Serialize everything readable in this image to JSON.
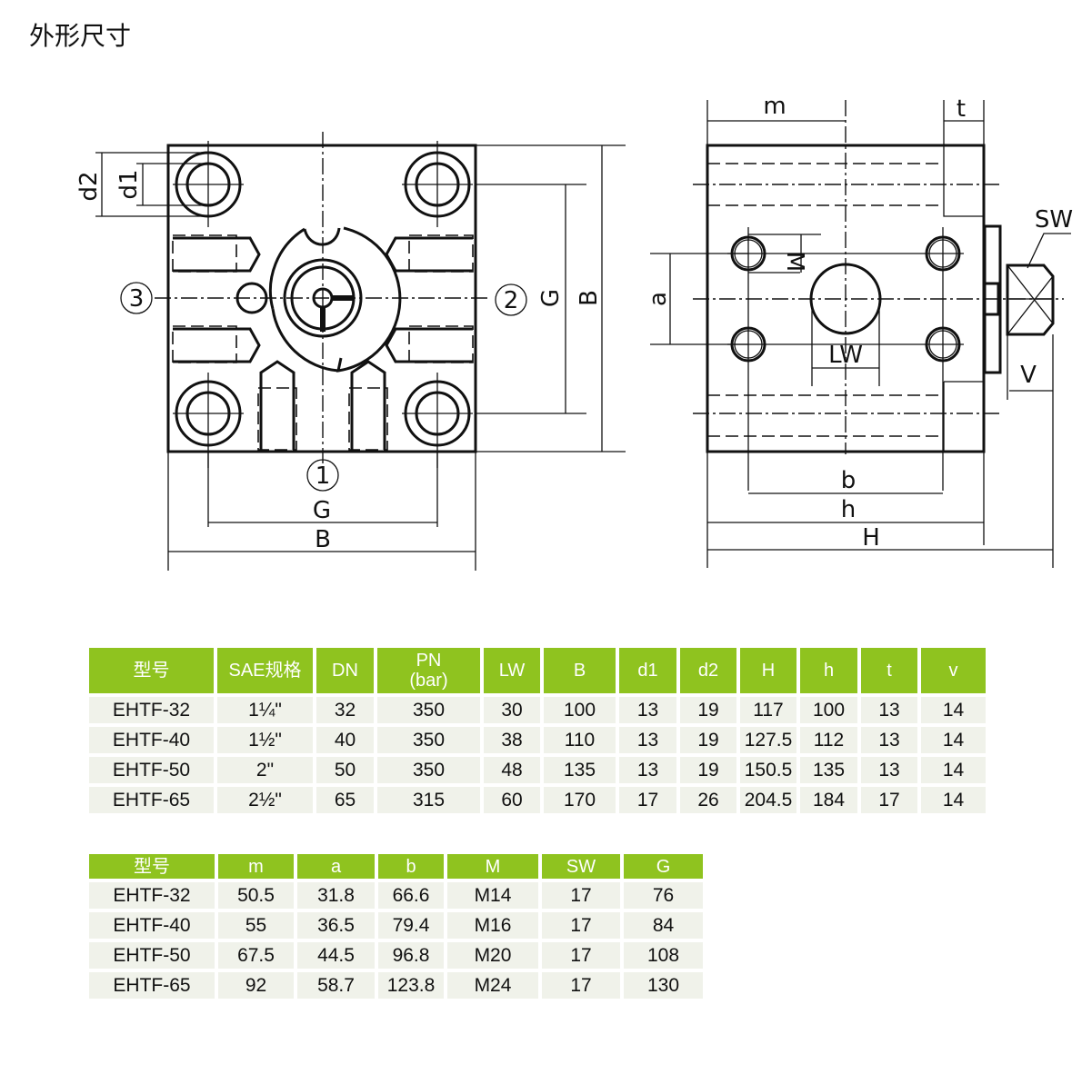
{
  "title": "外形尺寸",
  "drawing": {
    "front": {
      "d2": "d2",
      "d1": "d1",
      "G_v": "G",
      "B_v": "B",
      "G_h": "G",
      "B_h": "B",
      "port1": "1",
      "port2": "2",
      "port3": "3"
    },
    "side": {
      "m": "m",
      "t": "t",
      "a": "a",
      "M": "M",
      "LW": "LW",
      "SW": "SW",
      "V": "V",
      "b": "b",
      "h": "h",
      "H": "H"
    }
  },
  "table1": {
    "headers": [
      "型号",
      "SAE规格",
      "DN",
      "PN\n(bar)",
      "LW",
      "B",
      "d1",
      "d2",
      "H",
      "h",
      "t",
      "v"
    ],
    "rows": [
      [
        "EHTF-32",
        "1¼\"",
        "32",
        "350",
        "30",
        "100",
        "13",
        "19",
        "117",
        "100",
        "13",
        "14"
      ],
      [
        "EHTF-40",
        "1½\"",
        "40",
        "350",
        "38",
        "110",
        "13",
        "19",
        "127.5",
        "112",
        "13",
        "14"
      ],
      [
        "EHTF-50",
        "2\"",
        "50",
        "350",
        "48",
        "135",
        "13",
        "19",
        "150.5",
        "135",
        "13",
        "14"
      ],
      [
        "EHTF-65",
        "2½\"",
        "65",
        "315",
        "60",
        "170",
        "17",
        "26",
        "204.5",
        "184",
        "17",
        "14"
      ]
    ]
  },
  "table2": {
    "headers": [
      "型号",
      "m",
      "a",
      "b",
      "M",
      "SW",
      "G"
    ],
    "rows": [
      [
        "EHTF-32",
        "50.5",
        "31.8",
        "66.6",
        "M14",
        "17",
        "76"
      ],
      [
        "EHTF-40",
        "55",
        "36.5",
        "79.4",
        "M16",
        "17",
        "84"
      ],
      [
        "EHTF-50",
        "67.5",
        "44.5",
        "96.8",
        "M20",
        "17",
        "108"
      ],
      [
        "EHTF-65",
        "92",
        "58.7",
        "123.8",
        "M24",
        "17",
        "130"
      ]
    ]
  },
  "colors": {
    "header": "#8fc31f",
    "row": "#f0f2ea"
  }
}
